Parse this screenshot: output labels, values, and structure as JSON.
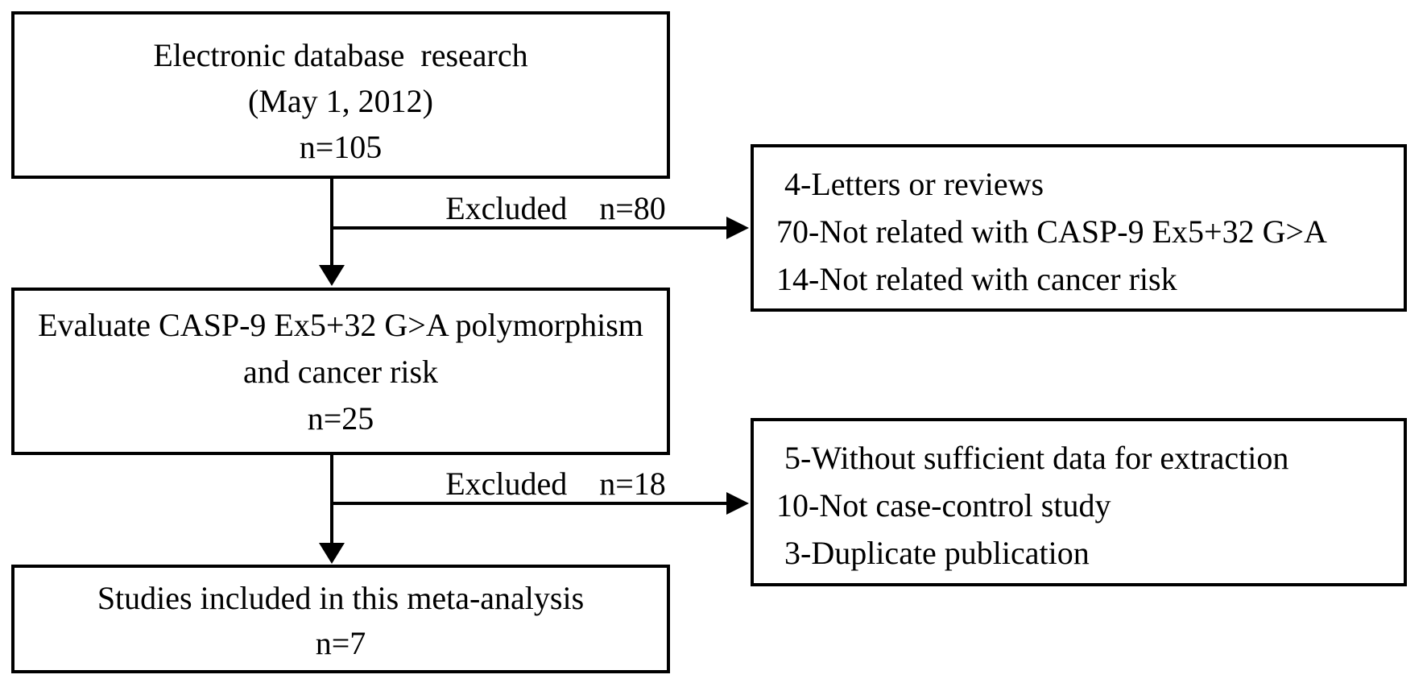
{
  "diagram": {
    "title_implicit": "Study selection flow diagram",
    "colors": {
      "background": "#ffffff",
      "line": "#000000",
      "text": "#000000"
    },
    "boxes": {
      "search": {
        "lines": [
          "Electronic database  research",
          "(May 1, 2012)",
          "n=105"
        ]
      },
      "evaluate": {
        "lines": [
          "Evaluate CASP-9 Ex5+32 G>A polymorphism",
          "and cancer risk",
          "n=25"
        ]
      },
      "included": {
        "lines": [
          "Studies included in this meta-analysis",
          "n=7"
        ]
      },
      "excluded_reasons_1": {
        "lines": [
          " 4-Letters or reviews",
          "70-Not related with CASP-9 Ex5+32 G>A",
          "14-Not related with cancer risk"
        ]
      },
      "excluded_reasons_2": {
        "lines": [
          " 5-Without sufficient data for extraction",
          "10-Not case-control study",
          " 3-Duplicate publication"
        ]
      }
    },
    "labels": {
      "excluded_1": "Excluded    n=80",
      "excluded_2": "Excluded    n=18"
    }
  }
}
